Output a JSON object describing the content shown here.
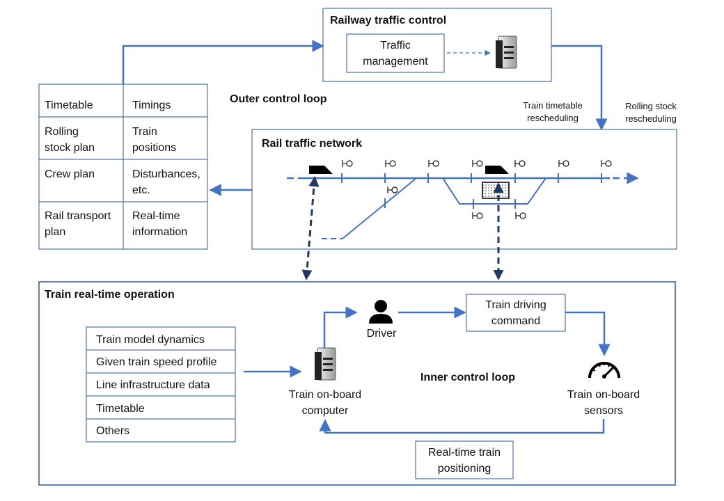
{
  "railway_traffic_control": {
    "title": "Railway traffic control",
    "traffic_management": [
      "Traffic",
      "management"
    ]
  },
  "outer_loop_label": "Outer control loop",
  "inner_loop_label": "Inner control loop",
  "annotations": {
    "train_timetable_rescheduling": [
      "Train timetable",
      "rescheduling"
    ],
    "rolling_stock_rescheduling": [
      "Rolling stock",
      "rescheduling"
    ]
  },
  "info_table": {
    "rows": [
      {
        "left": [
          "Timetable"
        ],
        "right": [
          "Timings"
        ]
      },
      {
        "left": [
          "Rolling",
          "stock plan"
        ],
        "right": [
          "Train",
          "positions"
        ]
      },
      {
        "left": [
          "Crew plan"
        ],
        "right": [
          "Disturbances,",
          "etc."
        ]
      },
      {
        "left": [
          "Rail transport",
          "plan"
        ],
        "right": [
          "Real-time",
          "information"
        ]
      }
    ]
  },
  "rail_network": {
    "title": "Rail traffic network"
  },
  "train_operation": {
    "title": "Train real-time operation",
    "inputs": [
      "Train model dynamics",
      "Given train speed profile",
      "Line infrastructure data",
      "Timetable",
      "Others"
    ],
    "driver": "Driver",
    "driving_command": [
      "Train driving",
      "command"
    ],
    "onboard_computer": [
      "Train on-board",
      "computer"
    ],
    "onboard_sensors": [
      "Train on-board",
      "sensors"
    ],
    "positioning": [
      "Real-time train",
      "positioning"
    ]
  },
  "colors": {
    "line_blue": "#4472c4",
    "dark_navy": "#1f3864",
    "box_border": "#2f5597"
  }
}
